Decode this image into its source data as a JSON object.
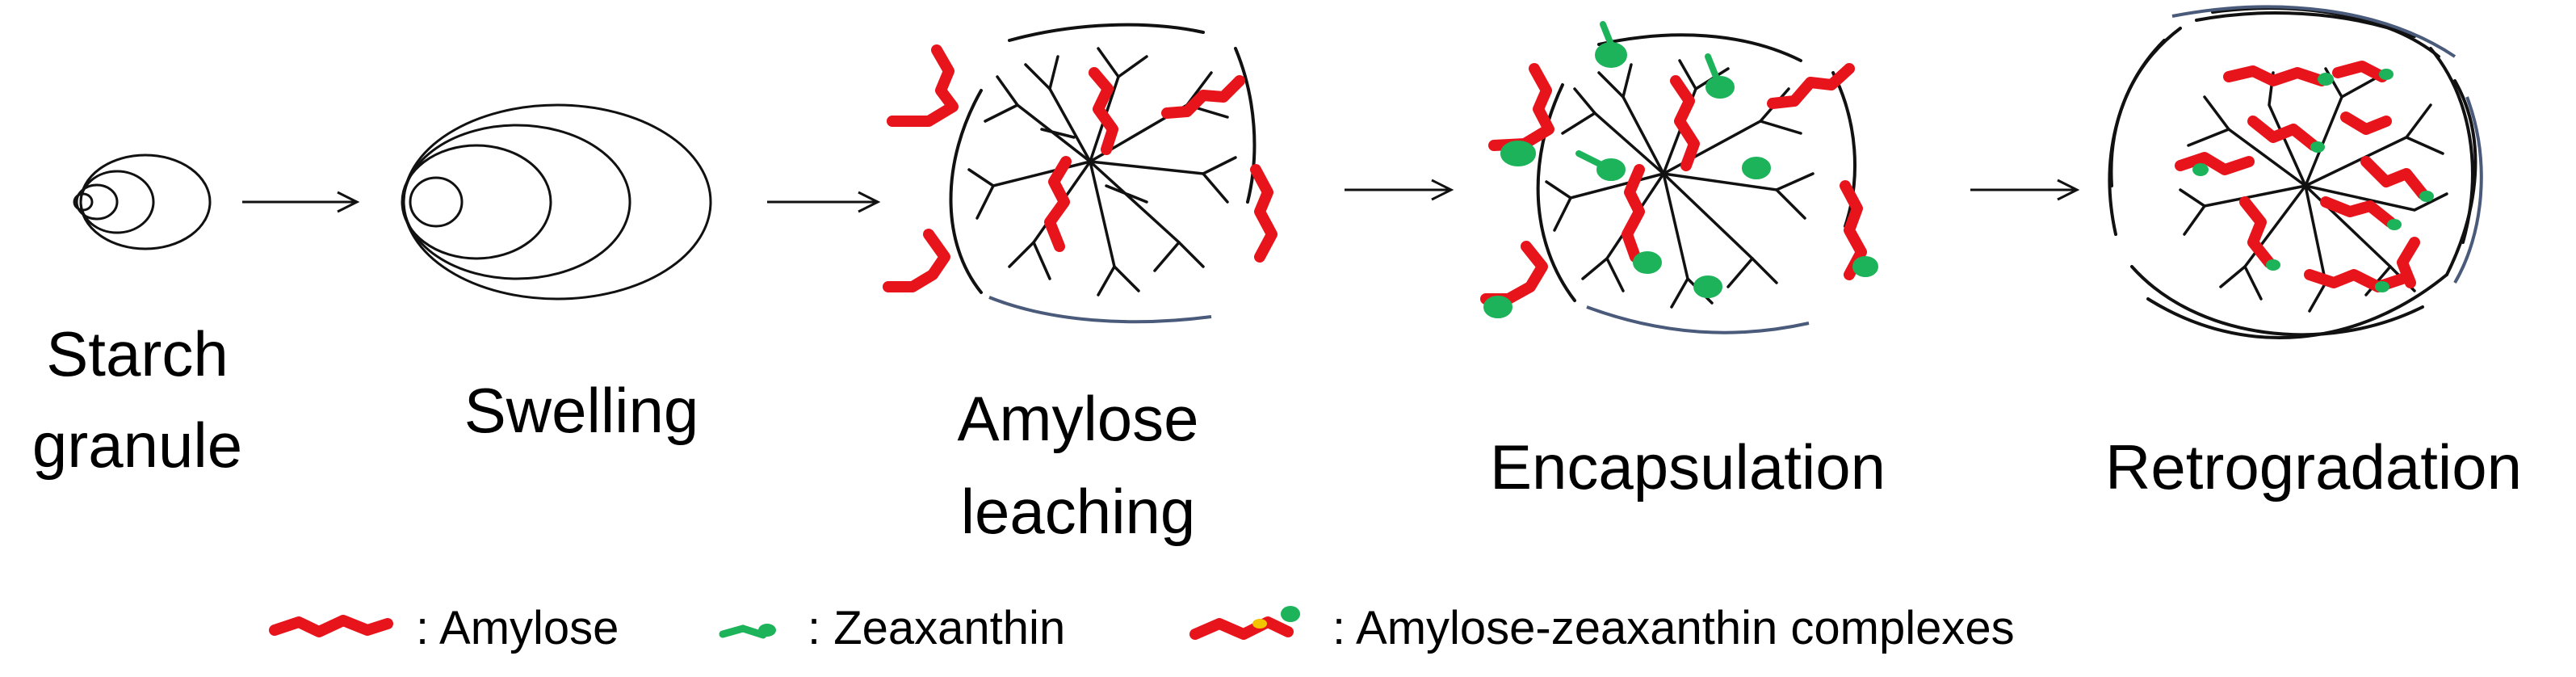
{
  "stages": [
    {
      "lines": [
        "Starch",
        "granule"
      ]
    },
    {
      "lines": [
        "Swelling"
      ]
    },
    {
      "lines": [
        "Amylose",
        "leaching"
      ]
    },
    {
      "lines": [
        "Encapsulation"
      ]
    },
    {
      "lines": [
        "Retrogradation"
      ]
    }
  ],
  "legend": {
    "amylose": ": Amylose",
    "zeaxanthin": ": Zeaxanthin",
    "complex": ": Amylose-zeaxanthin complexes"
  },
  "colors": {
    "amylose": "#e8141b",
    "zeaxanthin": "#1db35a",
    "complex_highlight": "#f2c500",
    "ink": "#111111",
    "halo": "#4a5a7a"
  }
}
